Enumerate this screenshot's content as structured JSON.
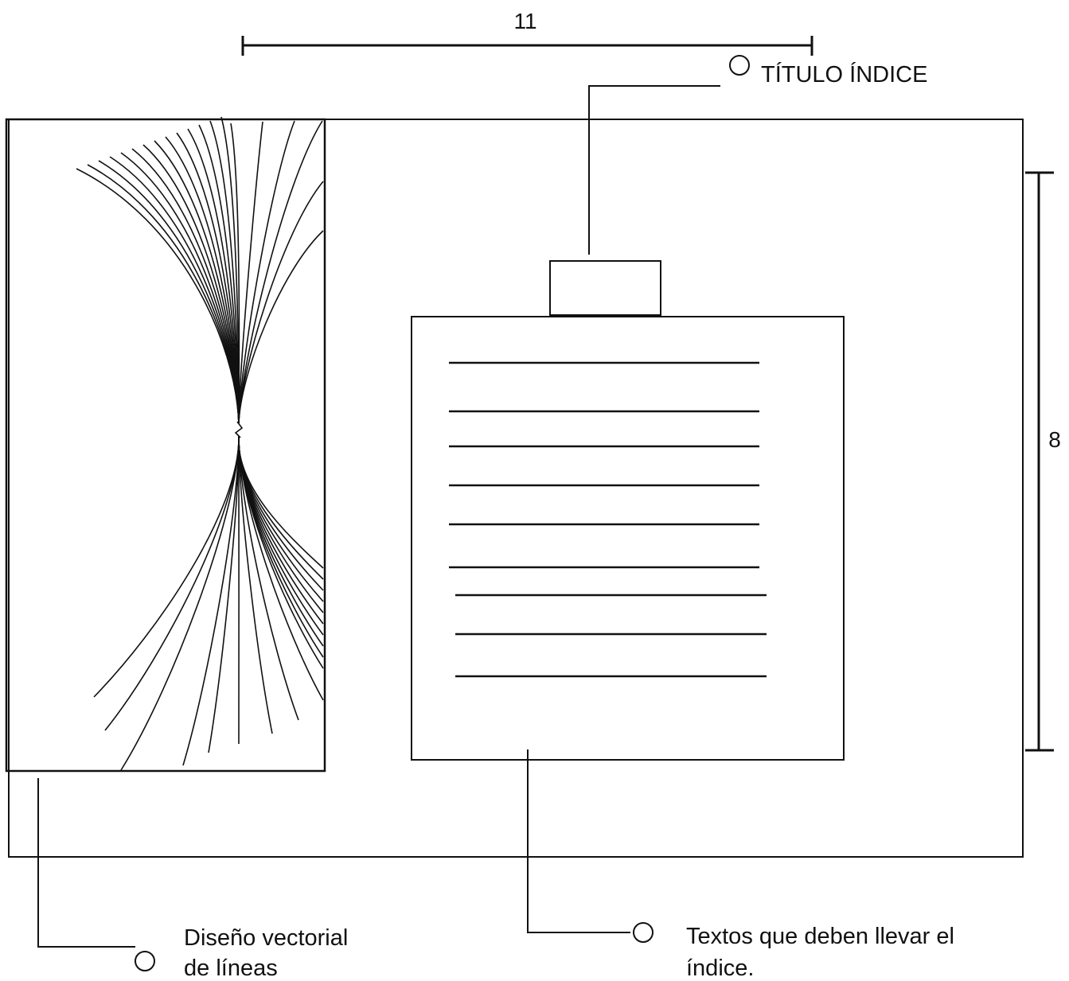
{
  "dimensions": {
    "width_label": "11",
    "height_label": "8"
  },
  "callouts": {
    "title": "TÍTULO ÍNDICE",
    "vector_design": {
      "line1": "Diseño vectorial",
      "line2": "de líneas"
    },
    "texts": {
      "line1": "Textos  que deben llevar el",
      "line2": "índice."
    }
  },
  "colors": {
    "ink": "#111111",
    "background": "#ffffff"
  }
}
